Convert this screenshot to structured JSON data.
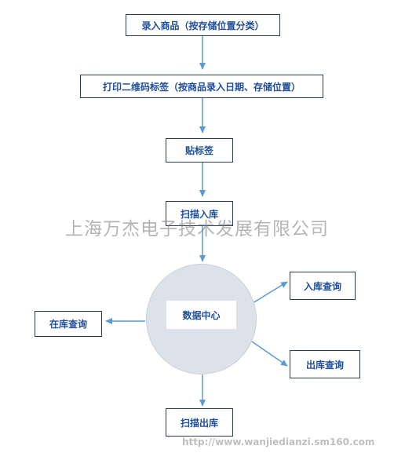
{
  "nodes": {
    "enter_goods": "录入商品（按存储位置分类）",
    "print_qrcode": "打印二维码标签（按商品录入日期、存储位置）",
    "apply_label": "贴标签",
    "scan_in": "扫描入库",
    "data_center": "数据中心",
    "inbound_query": "入库查询",
    "stock_query": "在库查询",
    "outbound_query": "出库查询",
    "scan_out": "扫描出库"
  },
  "watermark": {
    "company": "上海万杰电子技术发展有限公司",
    "url": "http://www.wanjiedianzi.sm160.com"
  },
  "colors": {
    "arrow": "#5b9bd5",
    "box_border": "#2b3a55",
    "text": "#1f4e9c",
    "circle": "#dde1ea"
  }
}
